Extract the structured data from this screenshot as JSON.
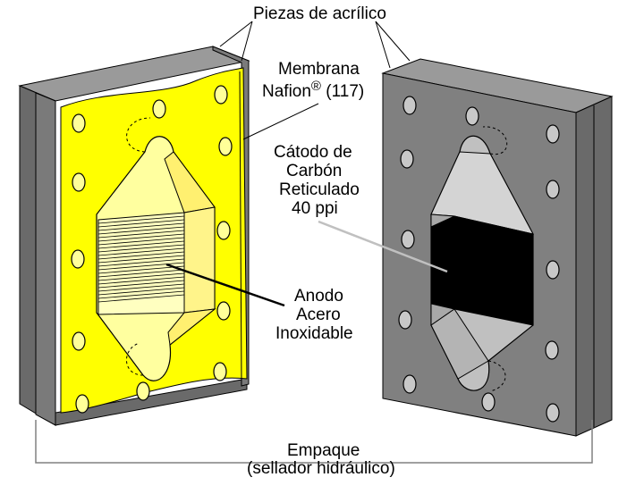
{
  "labels": {
    "acrylic": "Piezas de acrílico",
    "membrane_line1": "Membrana",
    "membrane_line2_pre": "Nafion",
    "membrane_registered": "®",
    "membrane_line2_post": " (117)",
    "cathode_line1": "Cátodo de",
    "cathode_line2": "Carbón",
    "cathode_line3": "Reticulado",
    "cathode_line4": "40 ppi",
    "anode_line1": "Anodo",
    "anode_line2": "Acero",
    "anode_line3": "Inoxidable",
    "gasket_line1": "Empaque",
    "gasket_line2": "(sellador hidráulico)"
  },
  "colors": {
    "acrylic_front": "#808080",
    "acrylic_side": "#6a6a6a",
    "acrylic_top": "#9a9a9a",
    "membrane": "#ffff00",
    "anode_chamber": "#ffff9f",
    "cathode_chamber": "#c0c0c0",
    "cathode_foam": "#000000",
    "hole_fill_yellow": "#ffff99",
    "hole_fill_gray": "#c8c8c8"
  }
}
